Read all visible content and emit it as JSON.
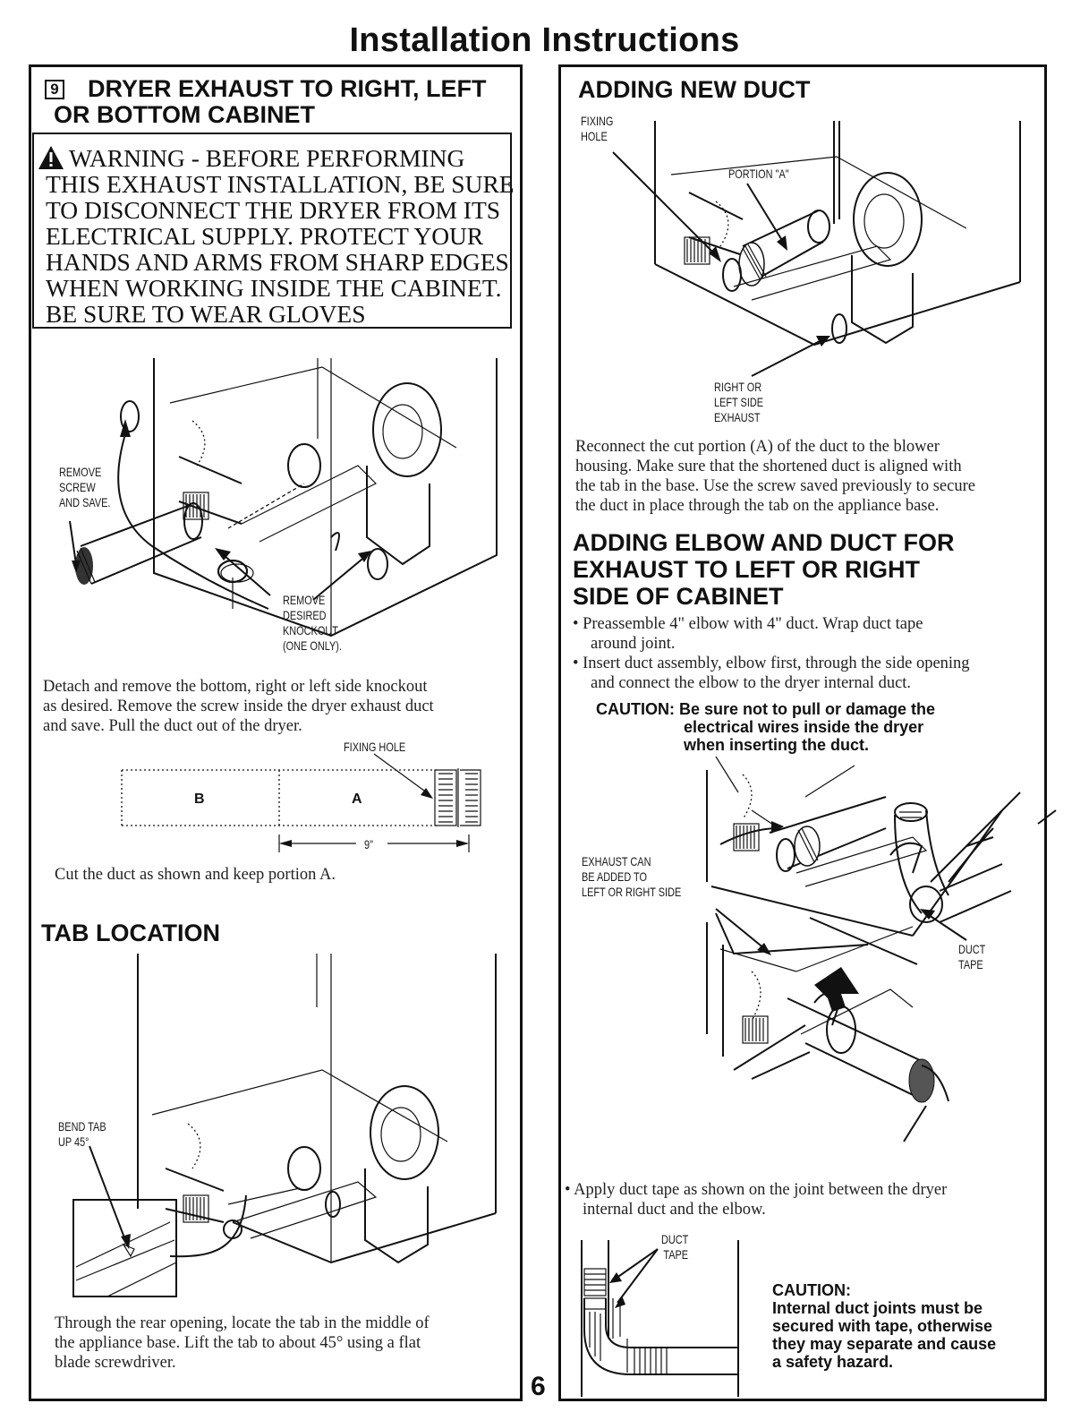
{
  "page": {
    "title": "Installation Instructions",
    "page_number": "6"
  },
  "left": {
    "step_number": "9",
    "heading_line1": "DRYER EXHAUST TO RIGHT, LEFT",
    "heading_line2": "OR BOTTOM CABINET",
    "warning_lines": [
      "WARNING - BEFORE PERFORMING",
      "THIS EXHAUST INSTALLATION, BE SURE",
      "TO DISCONNECT THE DRYER FROM ITS",
      "ELECTRICAL SUPPLY. PROTECT YOUR",
      "HANDS AND ARMS FROM SHARP EDGES",
      "WHEN WORKING INSIDE THE CABINET.",
      "BE SURE TO WEAR GLOVES"
    ],
    "fig1_labels": {
      "remove_screw": [
        "REMOVE",
        "SCREW",
        "AND SAVE."
      ],
      "remove_knockout": [
        "REMOVE",
        "DESIRED",
        "KNOCKOUT",
        "(ONE ONLY)."
      ]
    },
    "para_detach": [
      "Detach and remove the bottom, right or left side knockout",
      "as desired. Remove the screw inside the dryer exhaust duct",
      "and save. Pull the duct out of the dryer."
    ],
    "cut_diagram": {
      "fixing_hole": "FIXING HOLE",
      "label_b": "B",
      "label_a": "A",
      "measure": "9\""
    },
    "para_cut": "Cut the duct as shown and keep portion A.",
    "tab_heading": "TAB LOCATION",
    "fig_tab_label": [
      "BEND TAB",
      "UP 45°"
    ],
    "para_tab": [
      "Through the rear opening, locate the tab in the middle of",
      "the appliance base. Lift the tab to about 45° using a flat",
      "blade screwdriver."
    ]
  },
  "right": {
    "heading_new_duct": "ADDING NEW DUCT",
    "fig_new_labels": {
      "fixing_hole": [
        "FIXING",
        "HOLE"
      ],
      "portion_a": "PORTION \"A\"",
      "side_exhaust": [
        "RIGHT OR",
        "LEFT SIDE",
        "EXHAUST"
      ]
    },
    "para_reconnect": [
      "Reconnect the cut portion (A) of the duct to the blower",
      "housing. Make sure that the shortened duct is aligned with",
      "the tab in the base. Use the screw saved previously to secure",
      "the duct in place through the tab on the appliance base."
    ],
    "heading_elbow": [
      "ADDING ELBOW AND DUCT FOR",
      "EXHAUST TO LEFT OR RIGHT",
      "SIDE OF CABINET"
    ],
    "bullets": [
      [
        "Preassemble 4\" elbow with 4\" duct. Wrap duct tape",
        "around joint."
      ],
      [
        "Insert duct assembly, elbow first, through the side opening",
        "and connect the elbow to the dryer internal duct."
      ]
    ],
    "caution1_label": "CAUTION:",
    "caution1_lines": [
      "Be sure not to pull or damage the",
      "electrical wires inside the dryer",
      "when inserting the duct."
    ],
    "fig_elbow_labels": {
      "exhaust_can": [
        "EXHAUST CAN",
        "BE ADDED TO",
        "LEFT OR RIGHT SIDE"
      ],
      "duct_tape": [
        "DUCT",
        "TAPE"
      ]
    },
    "bullet_apply": [
      "Apply duct tape as shown on the joint between the dryer",
      "internal duct and the elbow."
    ],
    "fig_tape_label": [
      "DUCT",
      "TAPE"
    ],
    "caution2_label": "CAUTION:",
    "caution2_lines": [
      "Internal duct joints must be",
      "secured with tape, otherwise",
      "they may separate and cause",
      "a safety hazard."
    ]
  }
}
